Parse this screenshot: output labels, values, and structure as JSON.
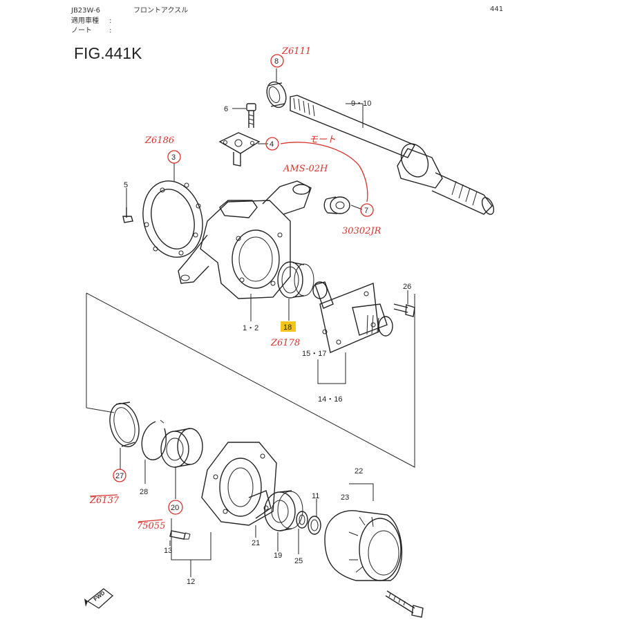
{
  "header": {
    "model": "JB23W-6",
    "section": "フロントアクスル",
    "page_number": "441",
    "applicable_label": "適用車種",
    "applicable_sep": ":",
    "note_label": "ノート",
    "note_sep": ":"
  },
  "figure": {
    "title": "FIG.441K"
  },
  "callouts": [
    "8",
    "9・10",
    "6",
    "4",
    "3",
    "5",
    "7",
    "1・2",
    "18",
    "26",
    "15・17",
    "14・16",
    "27",
    "28",
    "20",
    "13",
    "12",
    "21",
    "19",
    "25",
    "11",
    "23",
    "22"
  ],
  "handwritten": [
    "Z6111",
    "Z6186",
    "モート",
    "AMS-02H",
    "30302JR",
    "Z6178",
    "Z6137",
    "75055"
  ],
  "fwd_label": "FWD",
  "colors": {
    "ink": "#222222",
    "handwriting": "#d8312b",
    "highlight": "#f5c518"
  }
}
